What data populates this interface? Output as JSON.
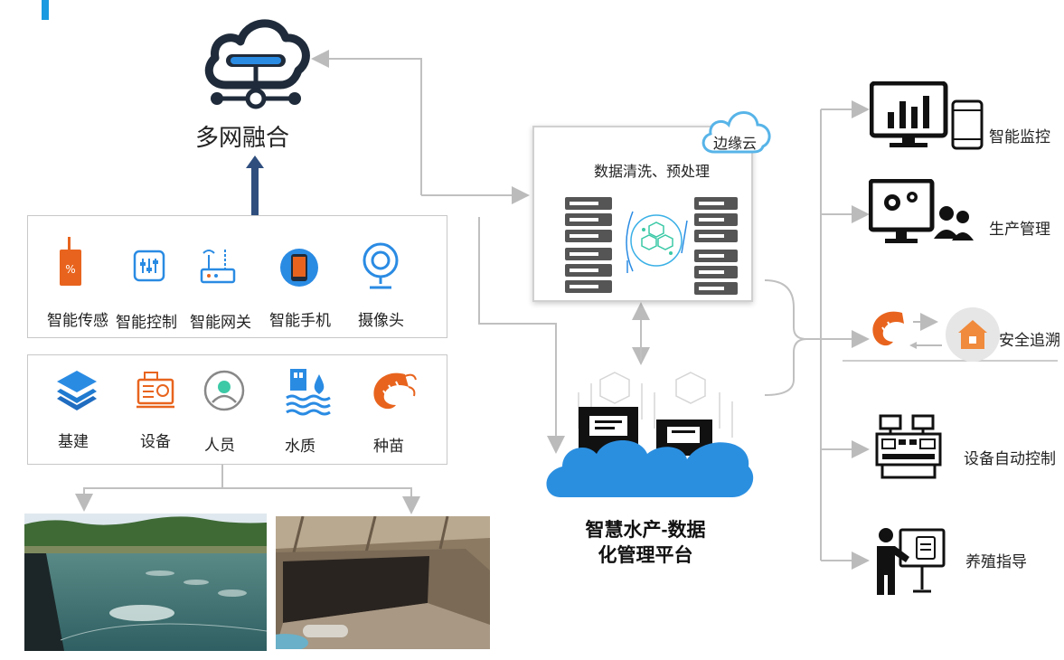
{
  "colors": {
    "accent": "#1a9ae0",
    "icon_dark": "#1f2b3a",
    "icon_blue": "#2a8be3",
    "orange": "#e8641e",
    "cloud_blue": "#2b8fe0",
    "arrow_gray": "#bbbbbb",
    "arrow_navy": "#2f4e7e"
  },
  "top": {
    "title": "多网融合"
  },
  "edge_cloud": {
    "tag": "边缘云",
    "caption": "数据清洗、预处理"
  },
  "devices": {
    "items": [
      {
        "label": "智能传感",
        "icon": "sensor-icon"
      },
      {
        "label": "智能控制",
        "icon": "controller-icon"
      },
      {
        "label": "智能网关",
        "icon": "gateway-icon"
      },
      {
        "label": "智能手机",
        "icon": "smartphone-icon"
      },
      {
        "label": "摄像头",
        "icon": "camera-icon"
      }
    ]
  },
  "resources": {
    "items": [
      {
        "label": "基建",
        "icon": "layers-icon"
      },
      {
        "label": "设备",
        "icon": "equipment-icon"
      },
      {
        "label": "人员",
        "icon": "person-icon"
      },
      {
        "label": "水质",
        "icon": "water-icon"
      },
      {
        "label": "种苗",
        "icon": "shrimp-icon"
      }
    ]
  },
  "platform": {
    "line1": "智慧水产-数据",
    "line2": "化管理平台"
  },
  "applications": {
    "items": [
      {
        "label": "智能监控",
        "icon": "monitor-icon"
      },
      {
        "label": "生产管理",
        "icon": "production-icon"
      },
      {
        "label": "安全追溯",
        "icon": "traceability-icon"
      },
      {
        "label": "设备自动控制",
        "icon": "auto-control-icon"
      },
      {
        "label": "养殖指导",
        "icon": "guidance-icon"
      }
    ]
  }
}
